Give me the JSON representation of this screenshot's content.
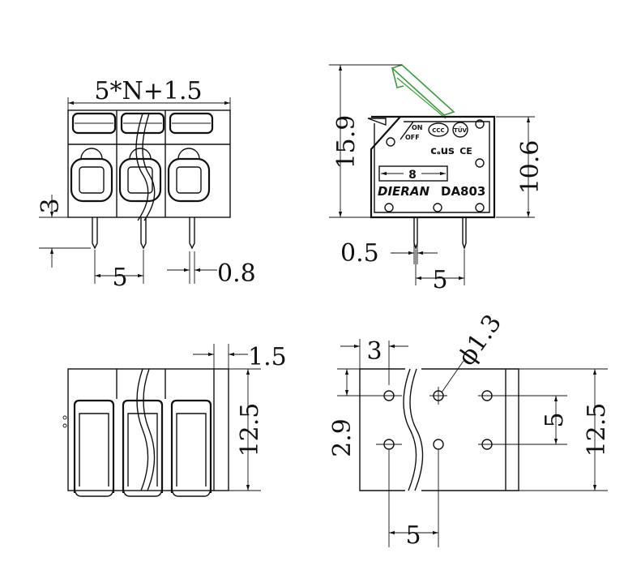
{
  "front_view": {
    "width_label": "5*N+1.5",
    "pin_length_label": "3",
    "pitch_label": "5",
    "pin_width_label": "0.8"
  },
  "side_view": {
    "height_label": "15.9",
    "body_height_label": "10.6",
    "pin_offset_label": "0.5",
    "pin_pitch_label": "5",
    "marking_on": "ON",
    "marking_off": "OFF",
    "marking_ccc": "CCC",
    "marking_tuv": "TÜV",
    "marking_ce": "CE",
    "marking_ul": "c૰us",
    "strip_length": "8",
    "brand": "DIERAN",
    "model": "DA803",
    "accent_color": "#3a9e3a"
  },
  "top_view": {
    "wall_label": "1.5",
    "depth_label": "12.5"
  },
  "footprint": {
    "x_offset_label": "3",
    "hole_dia_label": "ϕ1.3",
    "y_offset_label": "2.9",
    "row_pitch_label": "5",
    "depth_label": "12.5",
    "col_pitch_label": "5"
  }
}
